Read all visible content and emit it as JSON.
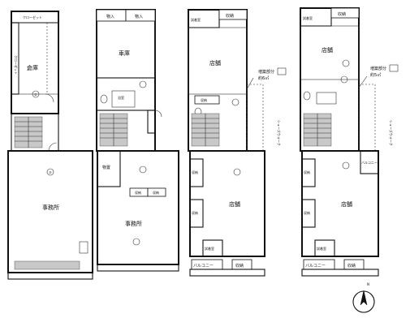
{
  "floor1": {
    "closet_top": "クローゼット",
    "closet_side": "クローゼット",
    "warehouse": "倉庫",
    "office": "事務所"
  },
  "floor2": {
    "storage_in_1": "物入",
    "storage_in_2": "物入",
    "garage": "車庫",
    "bath": "浴室",
    "storage_room": "物置",
    "shelf_1": "収納",
    "shelf_2": "収納",
    "office": "事務所"
  },
  "floor3": {
    "fitting": "試着室",
    "storage_top": "収納",
    "shop_top": "店舗",
    "ext_note_1": "増築部分",
    "ext_note_2": "約6㎡",
    "storage_mid": "収納",
    "walkin": "シューズウォーク",
    "storage_left_1": "収納",
    "storage_left_2": "収納",
    "shop_main": "店舗",
    "fitting_bottom": "試着室",
    "balcony": "バルコニー",
    "storage_bottom": "収納"
  },
  "floor4": {
    "fitting": "試着室",
    "storage_top": "収納",
    "shop_top": "店舗",
    "ext_note_1": "増築部分",
    "ext_note_2": "約5㎡",
    "walkin": "シューズウォーク",
    "balcony_side": "バルコニー",
    "storage_left_1": "収納",
    "storage_left_2": "収納",
    "shop_main": "店舗",
    "fitting_bottom": "試着室",
    "balcony": "バルコニー",
    "storage_bottom": "収納"
  },
  "compass": {
    "north": "N"
  }
}
